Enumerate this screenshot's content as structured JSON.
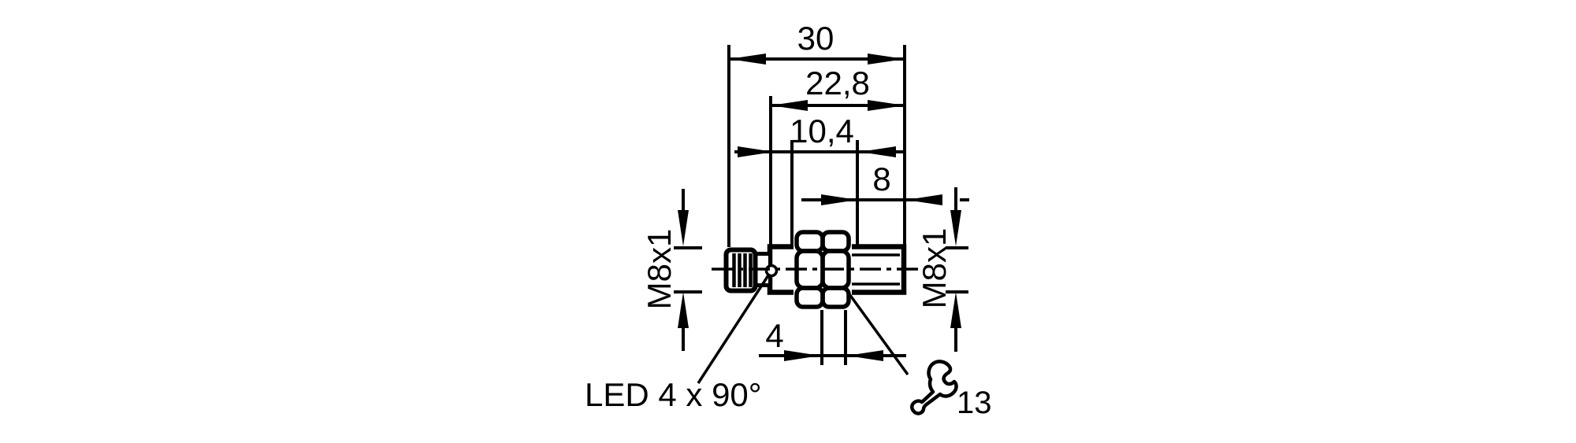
{
  "drawing": {
    "kind": "technical-dimension-drawing",
    "colors": {
      "line": "#000000",
      "background": "#ffffff"
    },
    "labels": {
      "dim_overall_length": "30",
      "dim_rear_section": "22,8",
      "dim_mid_section": "10,4",
      "dim_rear_thread": "8",
      "dim_nut_width": "4",
      "thread_left": "M8x1",
      "thread_right": "M8x1",
      "led_note": "LED 4 x 90°",
      "wrench_size": "13"
    }
  }
}
